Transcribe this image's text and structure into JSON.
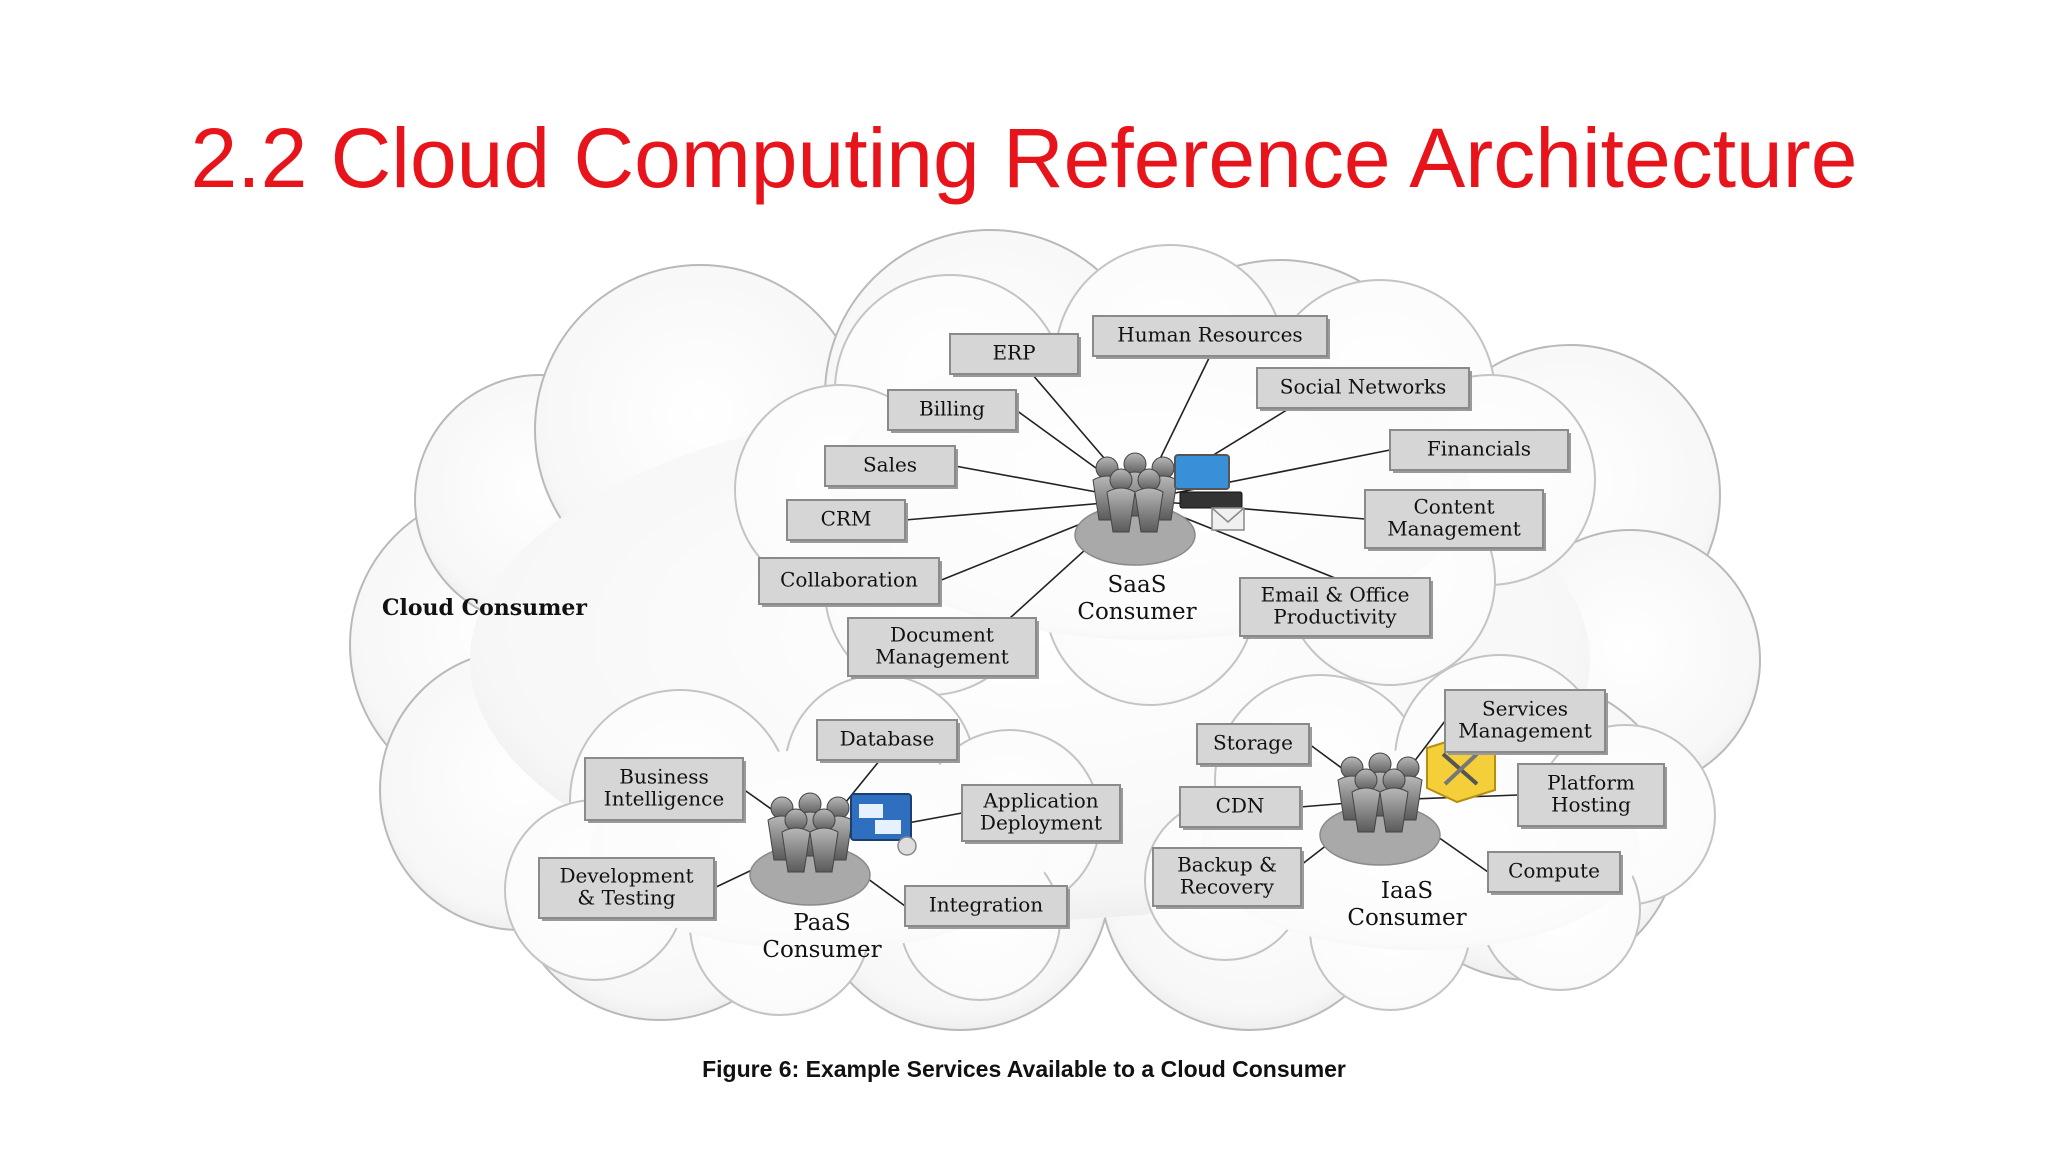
{
  "title": "2.2 Cloud Computing Reference Architecture",
  "caption": "Figure 6: Example Services Available to a Cloud Consumer",
  "outer_label": "Cloud Consumer",
  "colors": {
    "title": "#e8141b",
    "box_fill": "#d6d6d6",
    "box_stroke": "#8a8a8a"
  },
  "saas": {
    "consumer": [
      "SaaS",
      "Consumer"
    ],
    "services": [
      [
        "Human Resources"
      ],
      [
        "ERP"
      ],
      [
        "Social Networks"
      ],
      [
        "Billing"
      ],
      [
        "Financials"
      ],
      [
        "Sales"
      ],
      [
        "Content",
        "Management"
      ],
      [
        "CRM"
      ],
      [
        "Collaboration"
      ],
      [
        "Email & Office",
        "Productivity"
      ],
      [
        "Document",
        "Management"
      ]
    ]
  },
  "paas": {
    "consumer": [
      "PaaS",
      "Consumer"
    ],
    "services": [
      [
        "Database"
      ],
      [
        "Business",
        "Intelligence"
      ],
      [
        "Application",
        "Deployment"
      ],
      [
        "Development",
        "& Testing"
      ],
      [
        "Integration"
      ]
    ]
  },
  "iaas": {
    "consumer": [
      "IaaS",
      "Consumer"
    ],
    "services": [
      [
        "Services",
        "Management"
      ],
      [
        "Storage"
      ],
      [
        "Platform",
        "Hosting"
      ],
      [
        "CDN"
      ],
      [
        "Backup &",
        "Recovery"
      ],
      [
        "Compute"
      ]
    ]
  }
}
